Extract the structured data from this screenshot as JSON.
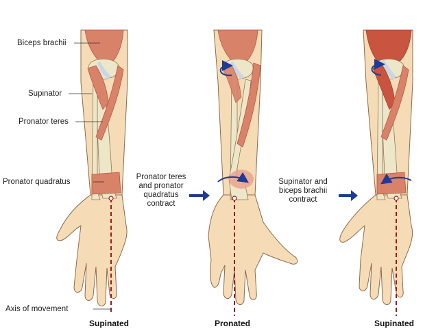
{
  "labels": {
    "biceps_brachii": "Biceps brachii",
    "supinator": "Supinator",
    "pronator_teres": "Pronator teres",
    "pronator_quadratus": "Pronator quadratus",
    "axis_of_movement": "Axis of movement"
  },
  "captions": {
    "left": "Supinated",
    "middle": "Pronated",
    "right": "Supinated"
  },
  "transitions": {
    "first": [
      "Pronator teres",
      "and pronator",
      "quadratus",
      "contract"
    ],
    "second": [
      "Supinator and",
      "biceps brachii",
      "contract"
    ]
  },
  "colors": {
    "skin": "#f6dcb6",
    "skin_outline": "#8a6a4a",
    "muscle": "#d9826a",
    "muscle_dark": "#b8553f",
    "bone": "#ede6c8",
    "tendon": "#c9d6e6",
    "axis": "#9b1b1b",
    "arrow": "#1f3a93"
  }
}
